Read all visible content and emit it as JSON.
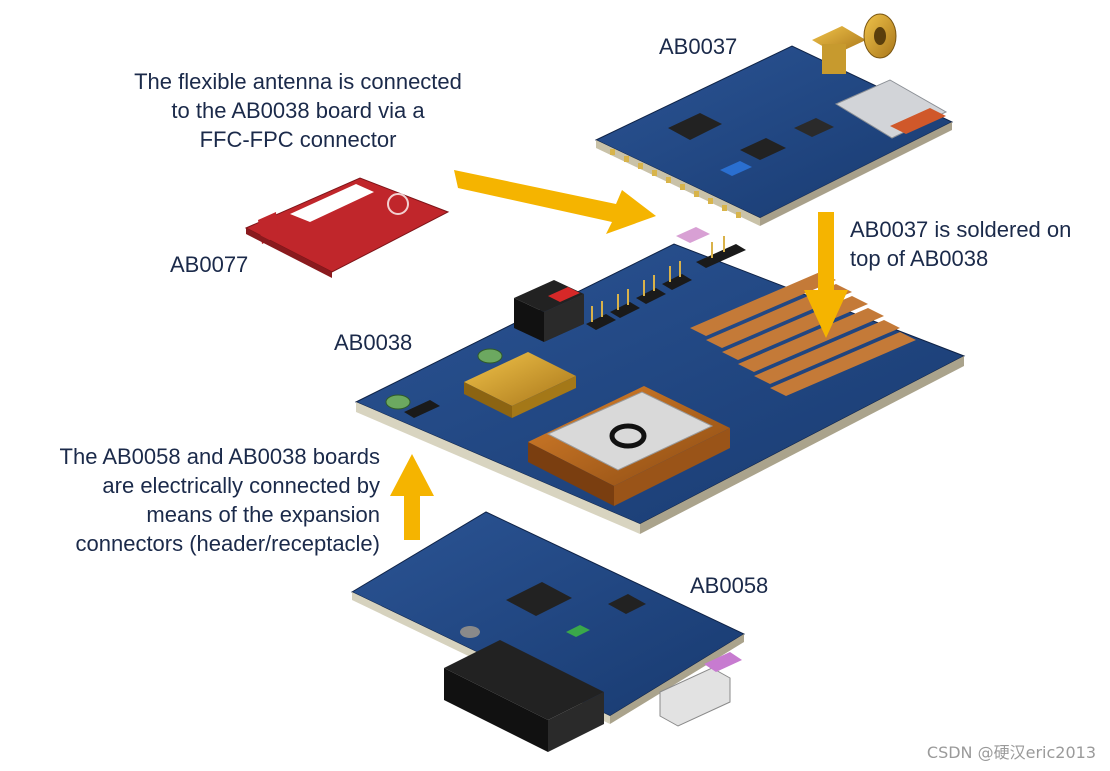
{
  "boards": {
    "ab0037": "AB0037",
    "ab0077": "AB0077",
    "ab0038": "AB0038",
    "ab0058": "AB0058"
  },
  "callouts": {
    "antenna": [
      "The flexible antenna is connected",
      "to the AB0038 board via a",
      "FFC-FPC connector"
    ],
    "soldered": [
      "AB0037 is soldered on",
      "top of AB0038"
    ],
    "expansion": [
      "The AB0058 and AB0038 boards",
      "are electrically connected by",
      "means of the expansion",
      "connectors (header/receptacle)"
    ]
  },
  "watermark": "CSDN @硬汉eric2013",
  "colors": {
    "arrow": "#f5b400",
    "pcb_blue": "#1e3f7a",
    "antenna_red": "#c0262b",
    "text": "#1b2a4a"
  }
}
